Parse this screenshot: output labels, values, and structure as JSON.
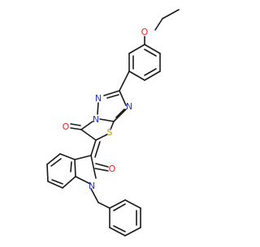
{
  "atoms": {
    "ether_O": "O",
    "triazole_N2": "N",
    "triazole_N3": "N",
    "triazole_N5": "N",
    "carbonyl_O_thiazole": "O",
    "thiazole_S": "S",
    "lactam_O": "O",
    "lactam_N": "N"
  },
  "colors": {
    "bond": "#1a1a1a",
    "O": "#e8241d",
    "N": "#2638d0",
    "S": "#b9a200"
  }
}
